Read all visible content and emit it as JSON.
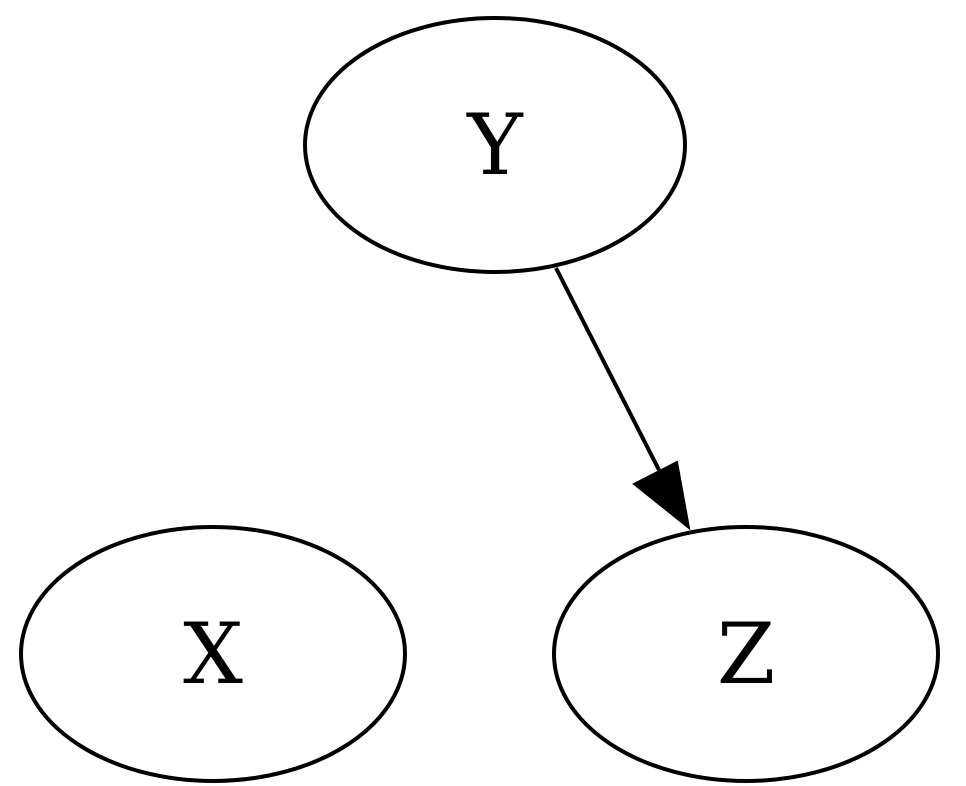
{
  "nodes": [
    {
      "id": "Y",
      "label": "Y"
    },
    {
      "id": "X",
      "label": "X"
    },
    {
      "id": "Z",
      "label": "Z"
    }
  ],
  "edges": [
    {
      "from": "Y",
      "to": "Z"
    }
  ]
}
